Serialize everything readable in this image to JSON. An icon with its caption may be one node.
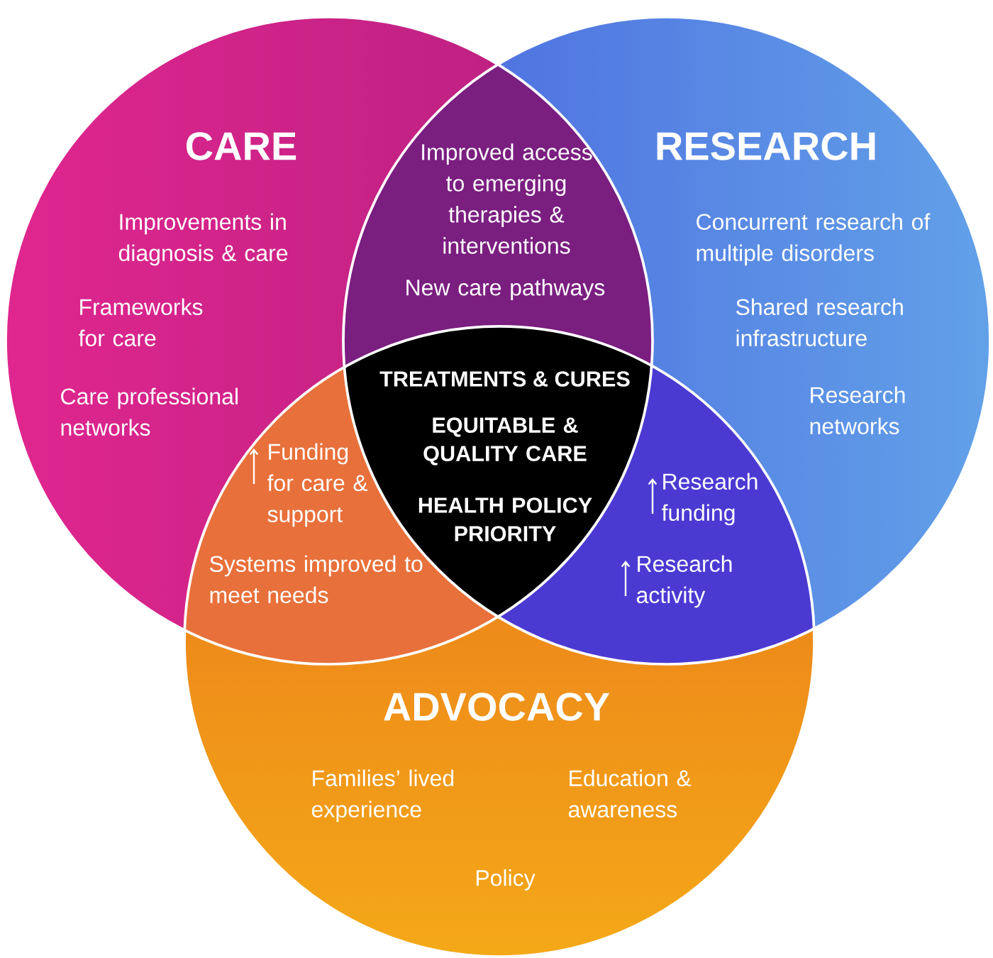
{
  "diagram": {
    "nodes": [
      {
        "text": [
          "CARE",
          "Improvements in diagnosis & care",
          "Frameworks for care",
          "Care professional networks"
        ]
      },
      {
        "text": [
          "RESEARCH",
          "Concurrent research of multiple disorders",
          "Shared research infrastructure",
          "Research networks"
        ]
      },
      {
        "text": [
          "ADVOCACY",
          "Families’ lived experience",
          "Education & awareness",
          "Policy"
        ]
      },
      {
        "text": [
          "Improved access to emerging therapies & interventions",
          "New care pathways"
        ]
      },
      {
        "text": [
          "Funding for care & support",
          "Systems improved to meet needs"
        ]
      },
      {
        "text": [
          "Research funding",
          "Research activity"
        ]
      },
      {
        "text": [
          "TREATMENTS & CURES",
          "EQUITABLE & QUALITY CARE",
          "HEALTH POLICY PRIORITY"
        ]
      }
    ]
  }
}
